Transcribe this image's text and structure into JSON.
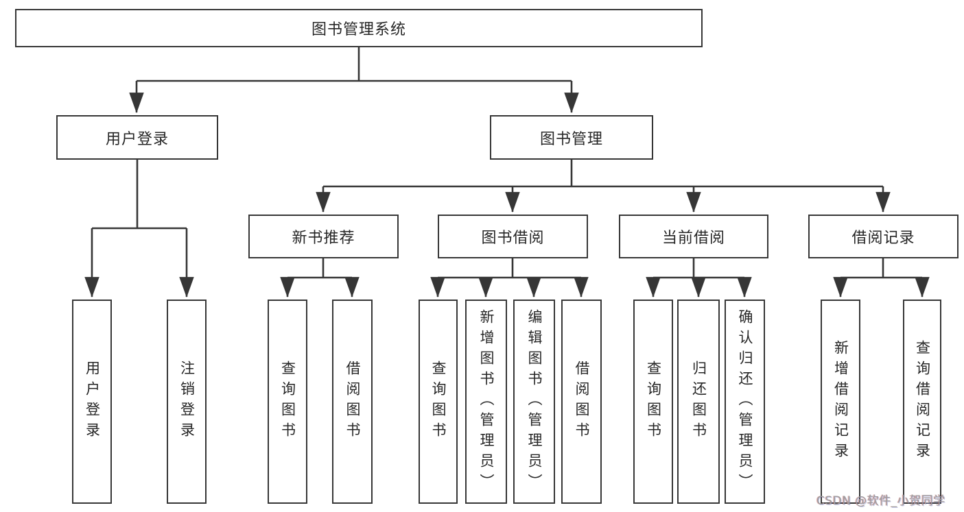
{
  "title": "图书管理系统",
  "diagram_type": "hierarchy-tree",
  "tree": {
    "root": "图书管理系统",
    "children": [
      {
        "label": "用户登录",
        "children": [
          "用户登录",
          "注销登录"
        ]
      },
      {
        "label": "图书管理",
        "children": [
          {
            "label": "新书推荐",
            "children": [
              "查询图书",
              "借阅图书"
            ]
          },
          {
            "label": "图书借阅",
            "children": [
              "查询图书",
              "新增图书（管理员）",
              "编辑图书（管理员）",
              "借阅图书"
            ]
          },
          {
            "label": "当前借阅",
            "children": [
              "查询图书",
              "归还图书",
              "确认归还（管理员）"
            ]
          },
          {
            "label": "借阅记录",
            "children": [
              "新增借阅记录",
              "查询借阅记录"
            ]
          }
        ]
      }
    ]
  },
  "watermark": {
    "text": "CSDN @软件_小贺同学",
    "color": "#9e9e9e"
  },
  "colors": {
    "line": "#363636",
    "box_border": "#363636",
    "box_fill": "#ffffff",
    "text": "#262626",
    "background": "#ffffff"
  }
}
